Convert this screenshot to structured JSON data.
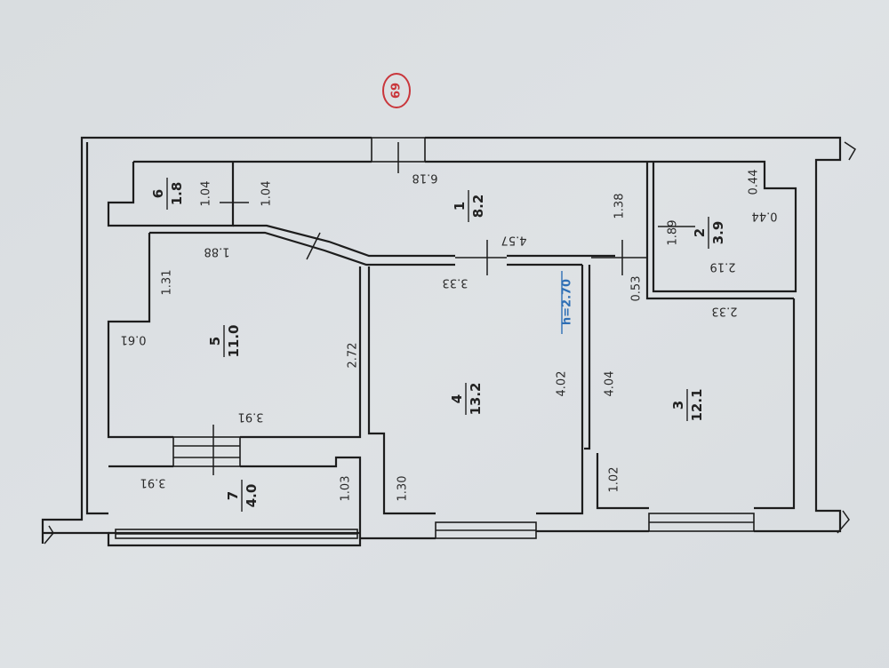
{
  "marker": {
    "label": "69",
    "color": "#c9363b"
  },
  "height_note": {
    "text": "h=2.70",
    "color": "#2f6fb5"
  },
  "rooms": [
    {
      "number": "1",
      "area": "8.2"
    },
    {
      "number": "2",
      "area": "3.9"
    },
    {
      "number": "3",
      "area": "12.1"
    },
    {
      "number": "4",
      "area": "13.2"
    },
    {
      "number": "5",
      "area": "11.0"
    },
    {
      "number": "6",
      "area": "1.8"
    },
    {
      "number": "7",
      "area": "4.0"
    }
  ],
  "dimensions": [
    "6.18",
    "1.04",
    "1.04",
    "1.38",
    "1.89",
    "0.44",
    "0.44",
    "2.19",
    "4.57",
    "1.88",
    "1.31",
    "0.61",
    "3.33",
    "0.53",
    "2.33",
    "2.72",
    "4.02",
    "4.04",
    "3.91",
    "3.91",
    "1.30",
    "1.03",
    "1.02"
  ]
}
